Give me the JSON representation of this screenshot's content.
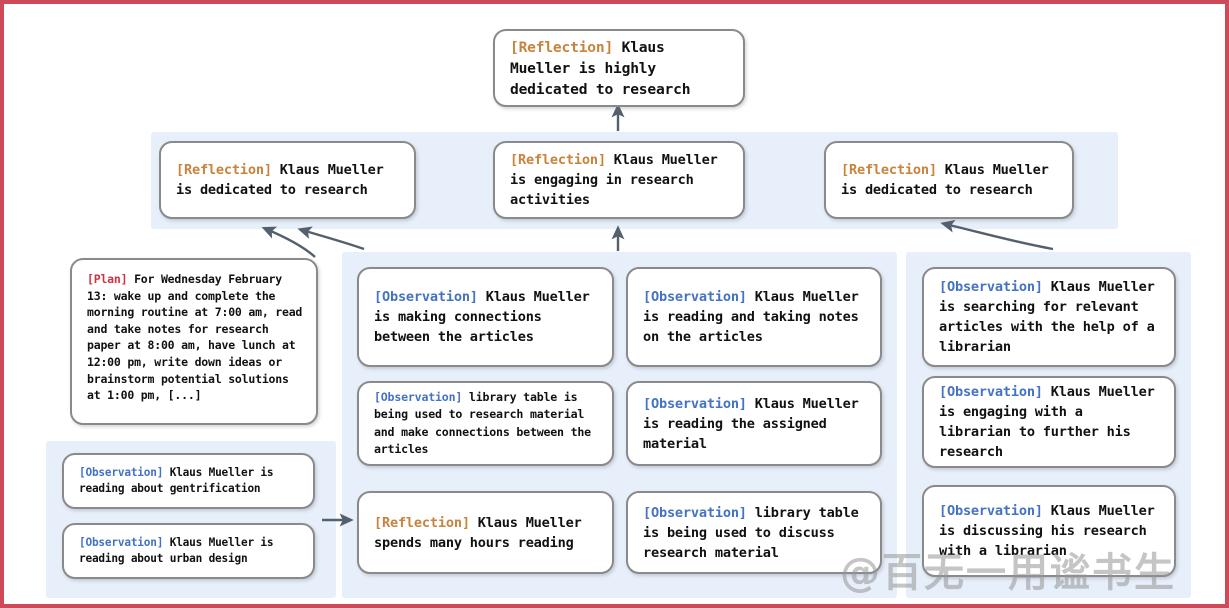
{
  "figure": {
    "border_color": "#cf4a58",
    "panel_color": "#e6effa",
    "node_border_color": "#8a8a8a",
    "tag_colors": {
      "reflection": "#c8833c",
      "observation": "#4472c4",
      "plan": "#cc3344"
    }
  },
  "watermark": {
    "text": "@百无一用谧书生"
  },
  "top": {
    "tag": "[Reflection]",
    "text": " Klaus Mueller is highly dedicated to research"
  },
  "reflections": [
    {
      "tag": "[Reflection]",
      "text": " Klaus Mueller is dedicated to research"
    },
    {
      "tag": "[Reflection]",
      "text": " Klaus Mueller is engaging in research activities"
    },
    {
      "tag": "[Reflection]",
      "text": " Klaus Mueller is dedicated to research"
    }
  ],
  "plan": {
    "tag": "[Plan]",
    "text": " For Wednesday February 13: wake up and complete the morning routine at 7:00 am, read and take notes for research paper at 8:00 am, have lunch at 12:00 pm, write down ideas or brainstorm potential solutions at 1:00 pm, [...]"
  },
  "left_observations": [
    {
      "tag": "[Observation]",
      "text": " Klaus Mueller is reading about gentrification"
    },
    {
      "tag": "[Observation]",
      "text": " Klaus Mueller is reading about urban design"
    }
  ],
  "column_a": [
    {
      "tag": "[Observation]",
      "text": " Klaus Mueller is making connections between the articles"
    },
    {
      "tag": "[Observation]",
      "text": " library table is being used to research material and make connections between the articles"
    },
    {
      "tag": "[Reflection]",
      "text": " Klaus Mueller spends many hours reading"
    }
  ],
  "column_b": [
    {
      "tag": "[Observation]",
      "text": " Klaus Mueller is reading and taking notes on the articles"
    },
    {
      "tag": "[Observation]",
      "text": " Klaus Mueller is reading the assigned material"
    },
    {
      "tag": "[Observation]",
      "text": " library table is being used to discuss research material"
    }
  ],
  "column_c": [
    {
      "tag": "[Observation]",
      "text": " Klaus Mueller is searching for relevant articles with the help of a librarian"
    },
    {
      "tag": "[Observation]",
      "text": " Klaus Mueller is engaging with a librarian to further his research"
    },
    {
      "tag": "[Observation]",
      "text": " Klaus Mueller is discussing his research with a librarian"
    }
  ]
}
